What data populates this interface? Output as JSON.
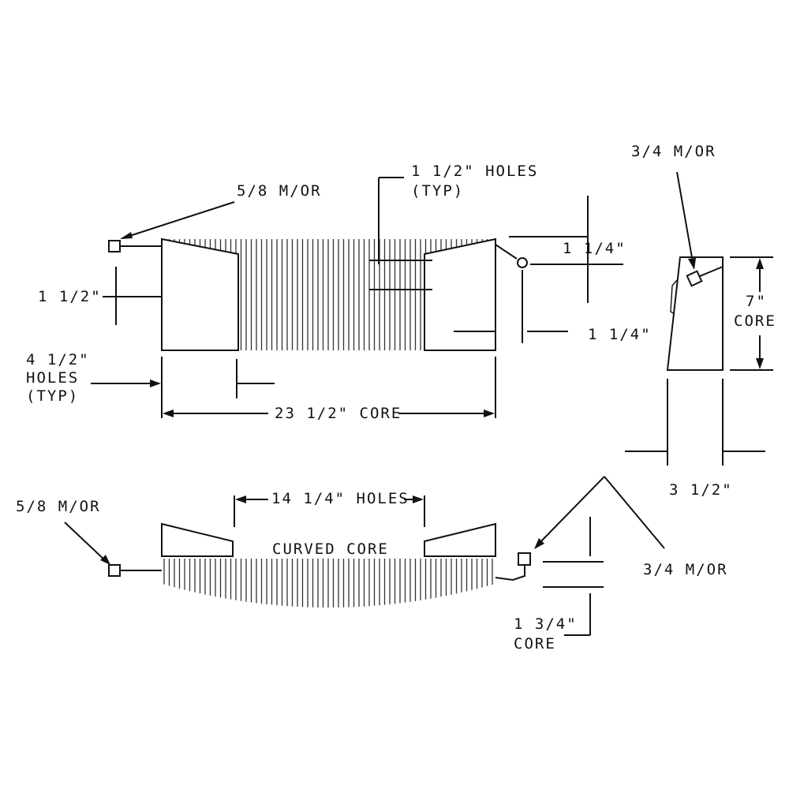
{
  "labels": {
    "top_left_fitting": "5/8 M/OR",
    "holes_top": "1 1/2\" HOLES",
    "holes_top_typ": "(TYP)",
    "side_fitting": "3/4 M/OR",
    "left_height": "1 1/2\"",
    "right_upper": "1 1/4\"",
    "right_lower": "1 1/4\"",
    "side_height": "7\"",
    "side_height_core": "CORE",
    "holes_left_1": "4 1/2\"",
    "holes_left_2": "HOLES",
    "holes_left_3": "(TYP)",
    "core_length": "23 1/2\" CORE",
    "side_width": "3 1/2\"",
    "bottom_left_fitting": "5/8 M/OR",
    "bottom_holes": "14 1/4\" HOLES",
    "curved_core": "CURVED CORE",
    "bottom_right_fitting": "3/4 M/OR",
    "bottom_core_1": "1 3/4\"",
    "bottom_core_2": "CORE"
  }
}
